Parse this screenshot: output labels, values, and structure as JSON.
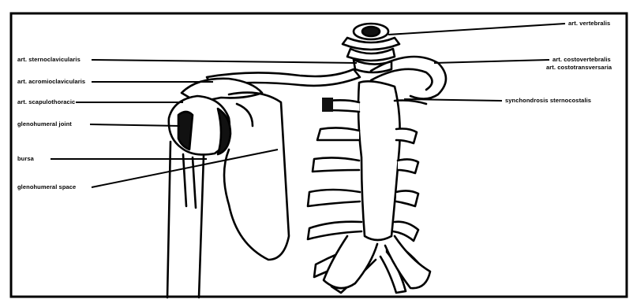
{
  "labels": {
    "art_vertebralis": "art. vertebralis",
    "art_costovertebralis": "art. costovertebralis",
    "art_costotransversaria": "art. costotransversaria",
    "art_sternoclavicularis": "art. sternoclavicularis",
    "art_acromioclavicularis": "art. acromioclavicularis",
    "art_scapulothoracic": "art. scapulothoracic",
    "synchondrosis_sternocostalis": "synchondrosis sternocostalis",
    "glenohumeral_joint": "glenohumeral joint",
    "bursa": "bursa",
    "glenohumeral_space": "glenohumeral space"
  },
  "colors": {
    "ink": "#000000",
    "paper": "#ffffff",
    "joint_fill": "#111111"
  }
}
